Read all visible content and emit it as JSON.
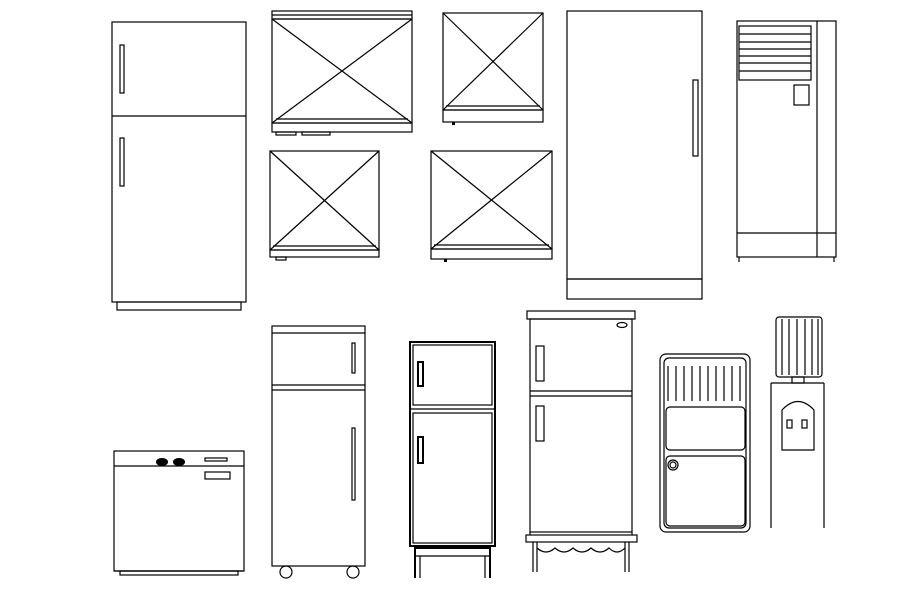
{
  "drawing": {
    "background": "#ffffff",
    "line_color": "#000000",
    "items": [
      {
        "name": "top-freezer-refrigerator"
      },
      {
        "name": "appliance-plan-large-left"
      },
      {
        "name": "appliance-plan-top-right"
      },
      {
        "name": "appliance-plan-bottom-left"
      },
      {
        "name": "appliance-plan-bottom-right"
      },
      {
        "name": "single-door-refrigerator"
      },
      {
        "name": "floor-standing-air-conditioner"
      },
      {
        "name": "dishwasher"
      },
      {
        "name": "refrigerator-on-casters"
      },
      {
        "name": "compact-refrigerator-on-stand"
      },
      {
        "name": "refrigerator-on-bench"
      },
      {
        "name": "air-cooler"
      },
      {
        "name": "water-dispenser"
      }
    ]
  }
}
